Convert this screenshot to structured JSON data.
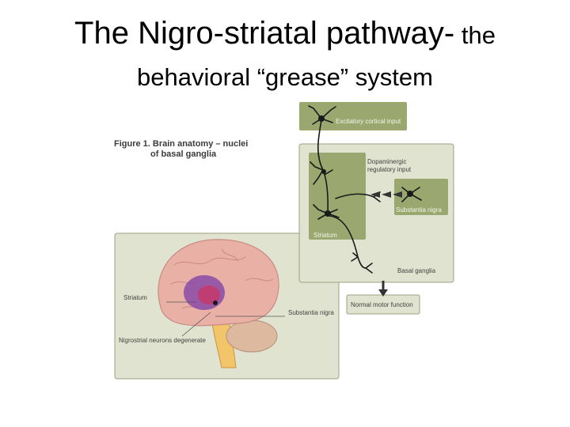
{
  "slide": {
    "title_main": "The Nigro-striatal pathway-",
    "title_small": " the",
    "title_line2": "behavioral “grease” system"
  },
  "figure": {
    "title_line1": "Figure 1. Brain anatomy – nuclei",
    "title_line2": "of basal ganglia",
    "labels": {
      "excitatory": "Excitatory cortical input",
      "dopaminergic_1": "Dopaminergic",
      "dopaminergic_2": "regulatory input",
      "substantia_nigra_box": "Substantia nigra",
      "striatum_box": "Striatum",
      "basal_ganglia": "Basal ganglia",
      "normal_motor": "Normal motor function",
      "striatum_brain": "Striatum",
      "substantia_nigra_brain": "Substantia nigra",
      "nigrostriatal": "Nigrostrial neurons degenerate"
    },
    "colors": {
      "panel_fill": "#dfe3cf",
      "panel_border": "#9aa383",
      "box_green": "#9aa86f",
      "brain_pink": "#e9b0a6",
      "basal_purple": "#8a4aa6",
      "cerebellum": "#ddb9a0",
      "brainstem": "#f2c56a",
      "neuron": "#1a1a1a",
      "arrow_dark": "#333333"
    }
  }
}
